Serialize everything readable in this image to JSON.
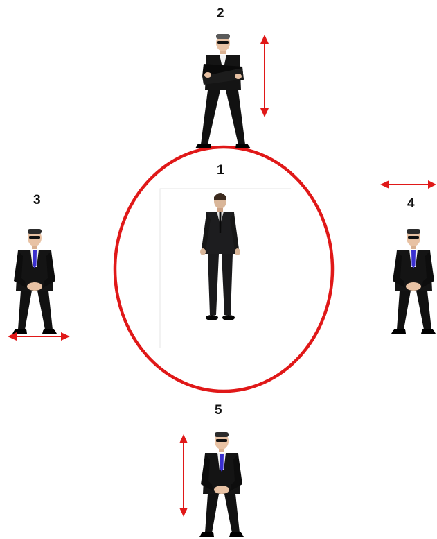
{
  "labels": {
    "principal": "1",
    "front_guard": "2",
    "left_guard": "3",
    "right_guard": "4",
    "rear_guard": "5"
  },
  "figures": {
    "principal": "man-in-suit-icon",
    "front_guard": "bodyguard-arms-crossed-icon",
    "left_guard": "bodyguard-icon",
    "right_guard": "bodyguard-icon",
    "rear_guard": "bodyguard-icon"
  },
  "movement_arrows": {
    "front_guard": "vertical",
    "left_guard": "horizontal",
    "right_guard": "horizontal",
    "rear_guard": "vertical"
  },
  "colors": {
    "protection_circle": "#e01818",
    "arrows": "#e01818",
    "suit": "#111111",
    "skin": "#e8c2a4",
    "tie": "#3a2fcf",
    "background": "#ffffff"
  }
}
